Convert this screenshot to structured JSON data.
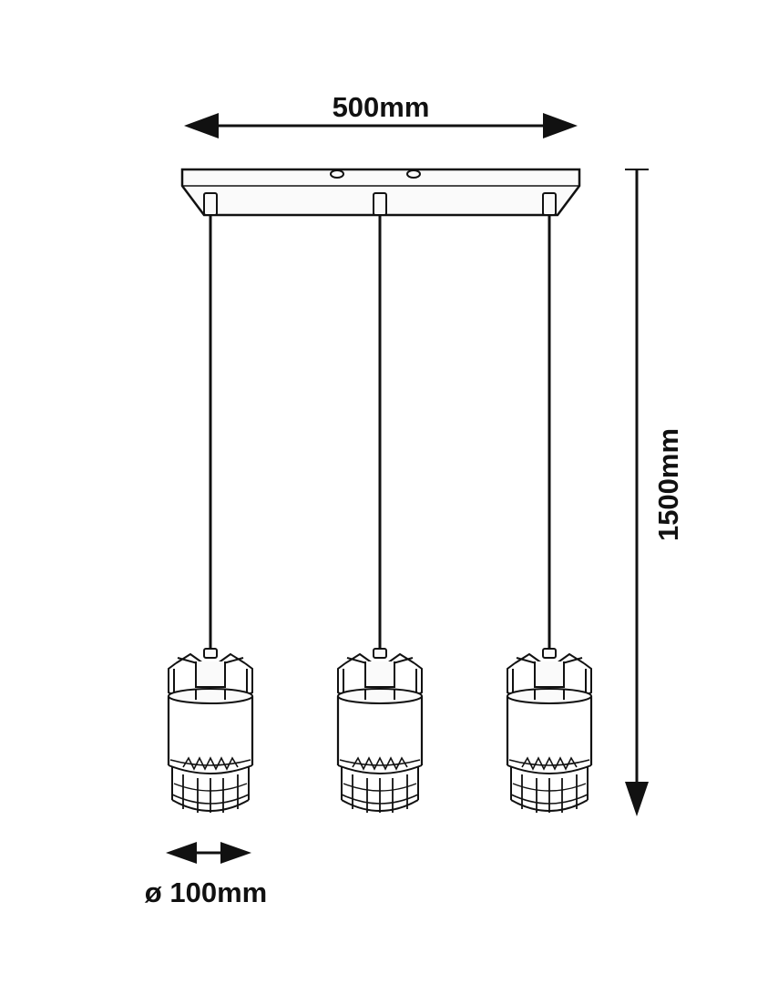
{
  "dimensions": {
    "width_label": "500mm",
    "height_label": "1500mm",
    "diameter_label": "ø 100mm"
  },
  "colors": {
    "line": "#111111",
    "background": "#ffffff",
    "fill_light": "#fafafa"
  },
  "lamp_count": 3
}
